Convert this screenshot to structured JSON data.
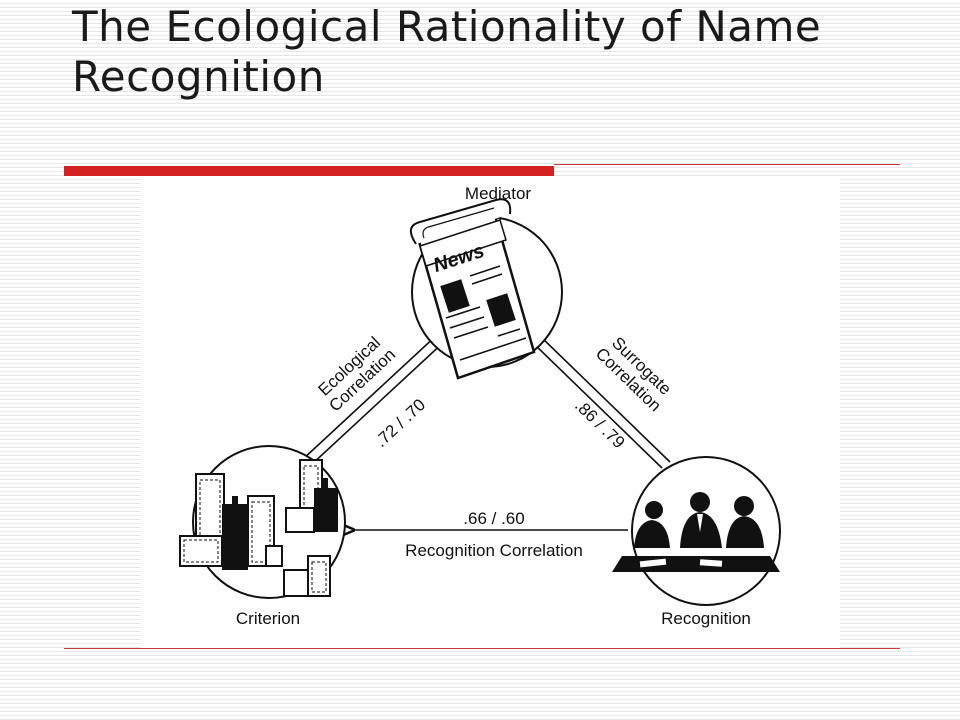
{
  "slide": {
    "title": "The Ecological Rationality of Name Recognition"
  },
  "diagram": {
    "nodes": {
      "mediator": "Mediator",
      "criterion": "Criterion",
      "recognition": "Recognition"
    },
    "newspaper_masthead": "News",
    "edges": {
      "ecological": {
        "label_line1": "Ecological",
        "label_line2": "Correlation",
        "value": ".72 / .70"
      },
      "surrogate": {
        "label_line1": "Surrogate",
        "label_line2": "Correlation",
        "value": ".86 / .79"
      },
      "recognition": {
        "label": "Recognition Correlation",
        "value": ".66 / .60"
      }
    }
  },
  "colors": {
    "accent_red": "#d42222",
    "rule_red": "#c63a3a",
    "ink": "#111111"
  }
}
